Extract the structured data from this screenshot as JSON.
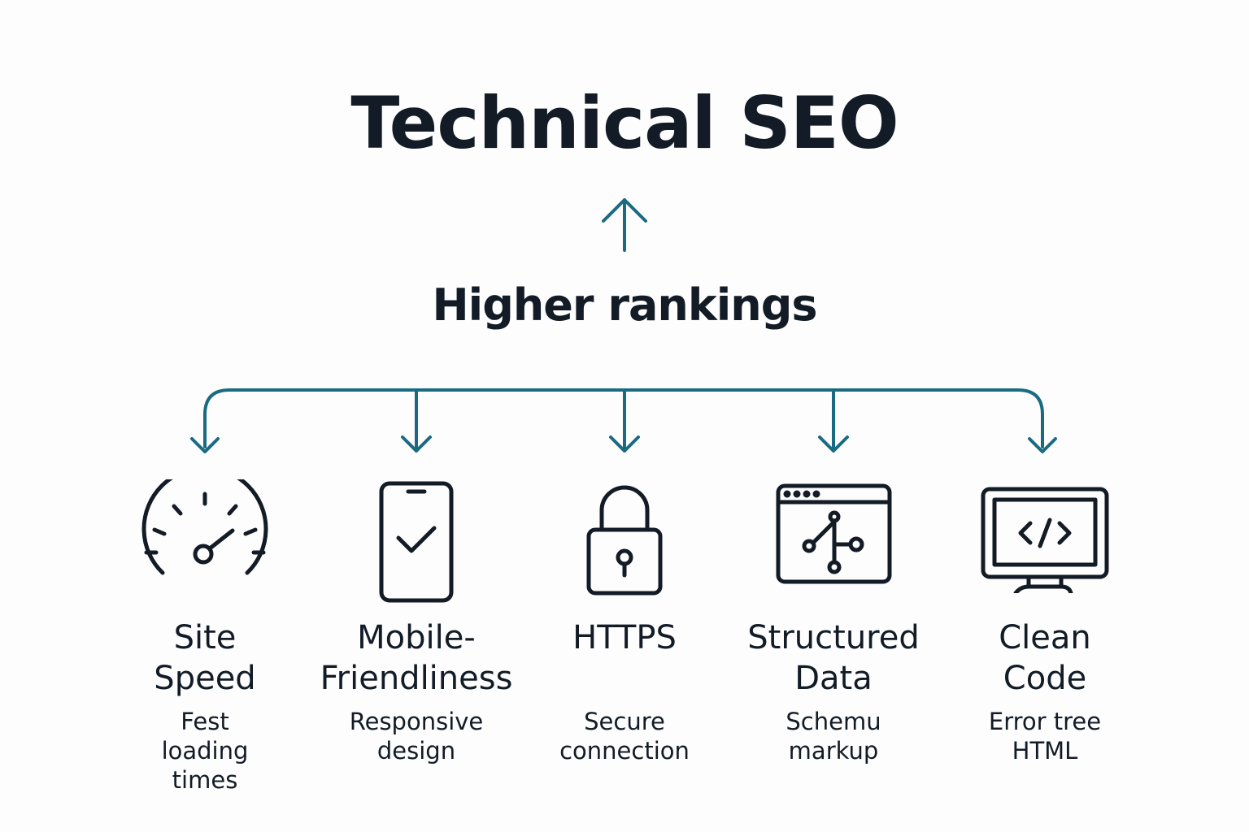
{
  "title": "Technical SEO",
  "subtitle": "Higher rankings",
  "accent_color": "#1a6b82",
  "items": [
    {
      "name1": "Site",
      "name2": "Speed",
      "desc1": "Fest",
      "desc2": "loading",
      "desc3": "times",
      "icon": "speedometer-icon"
    },
    {
      "name1": "Mobile-",
      "name2": "Friendliness",
      "desc1": "Responsive",
      "desc2": "design",
      "icon": "smartphone-check-icon"
    },
    {
      "name1": "HTTPS",
      "name2": "",
      "desc1": "Secure",
      "desc2": "connection",
      "icon": "padlock-icon"
    },
    {
      "name1": "Structured",
      "name2": "Data",
      "desc1": "Schemu",
      "desc2": "markup",
      "icon": "browser-schema-icon"
    },
    {
      "name1": "Clean",
      "name2": "Code",
      "desc1": "Error tree",
      "desc2": "HTML",
      "icon": "monitor-code-icon"
    }
  ]
}
